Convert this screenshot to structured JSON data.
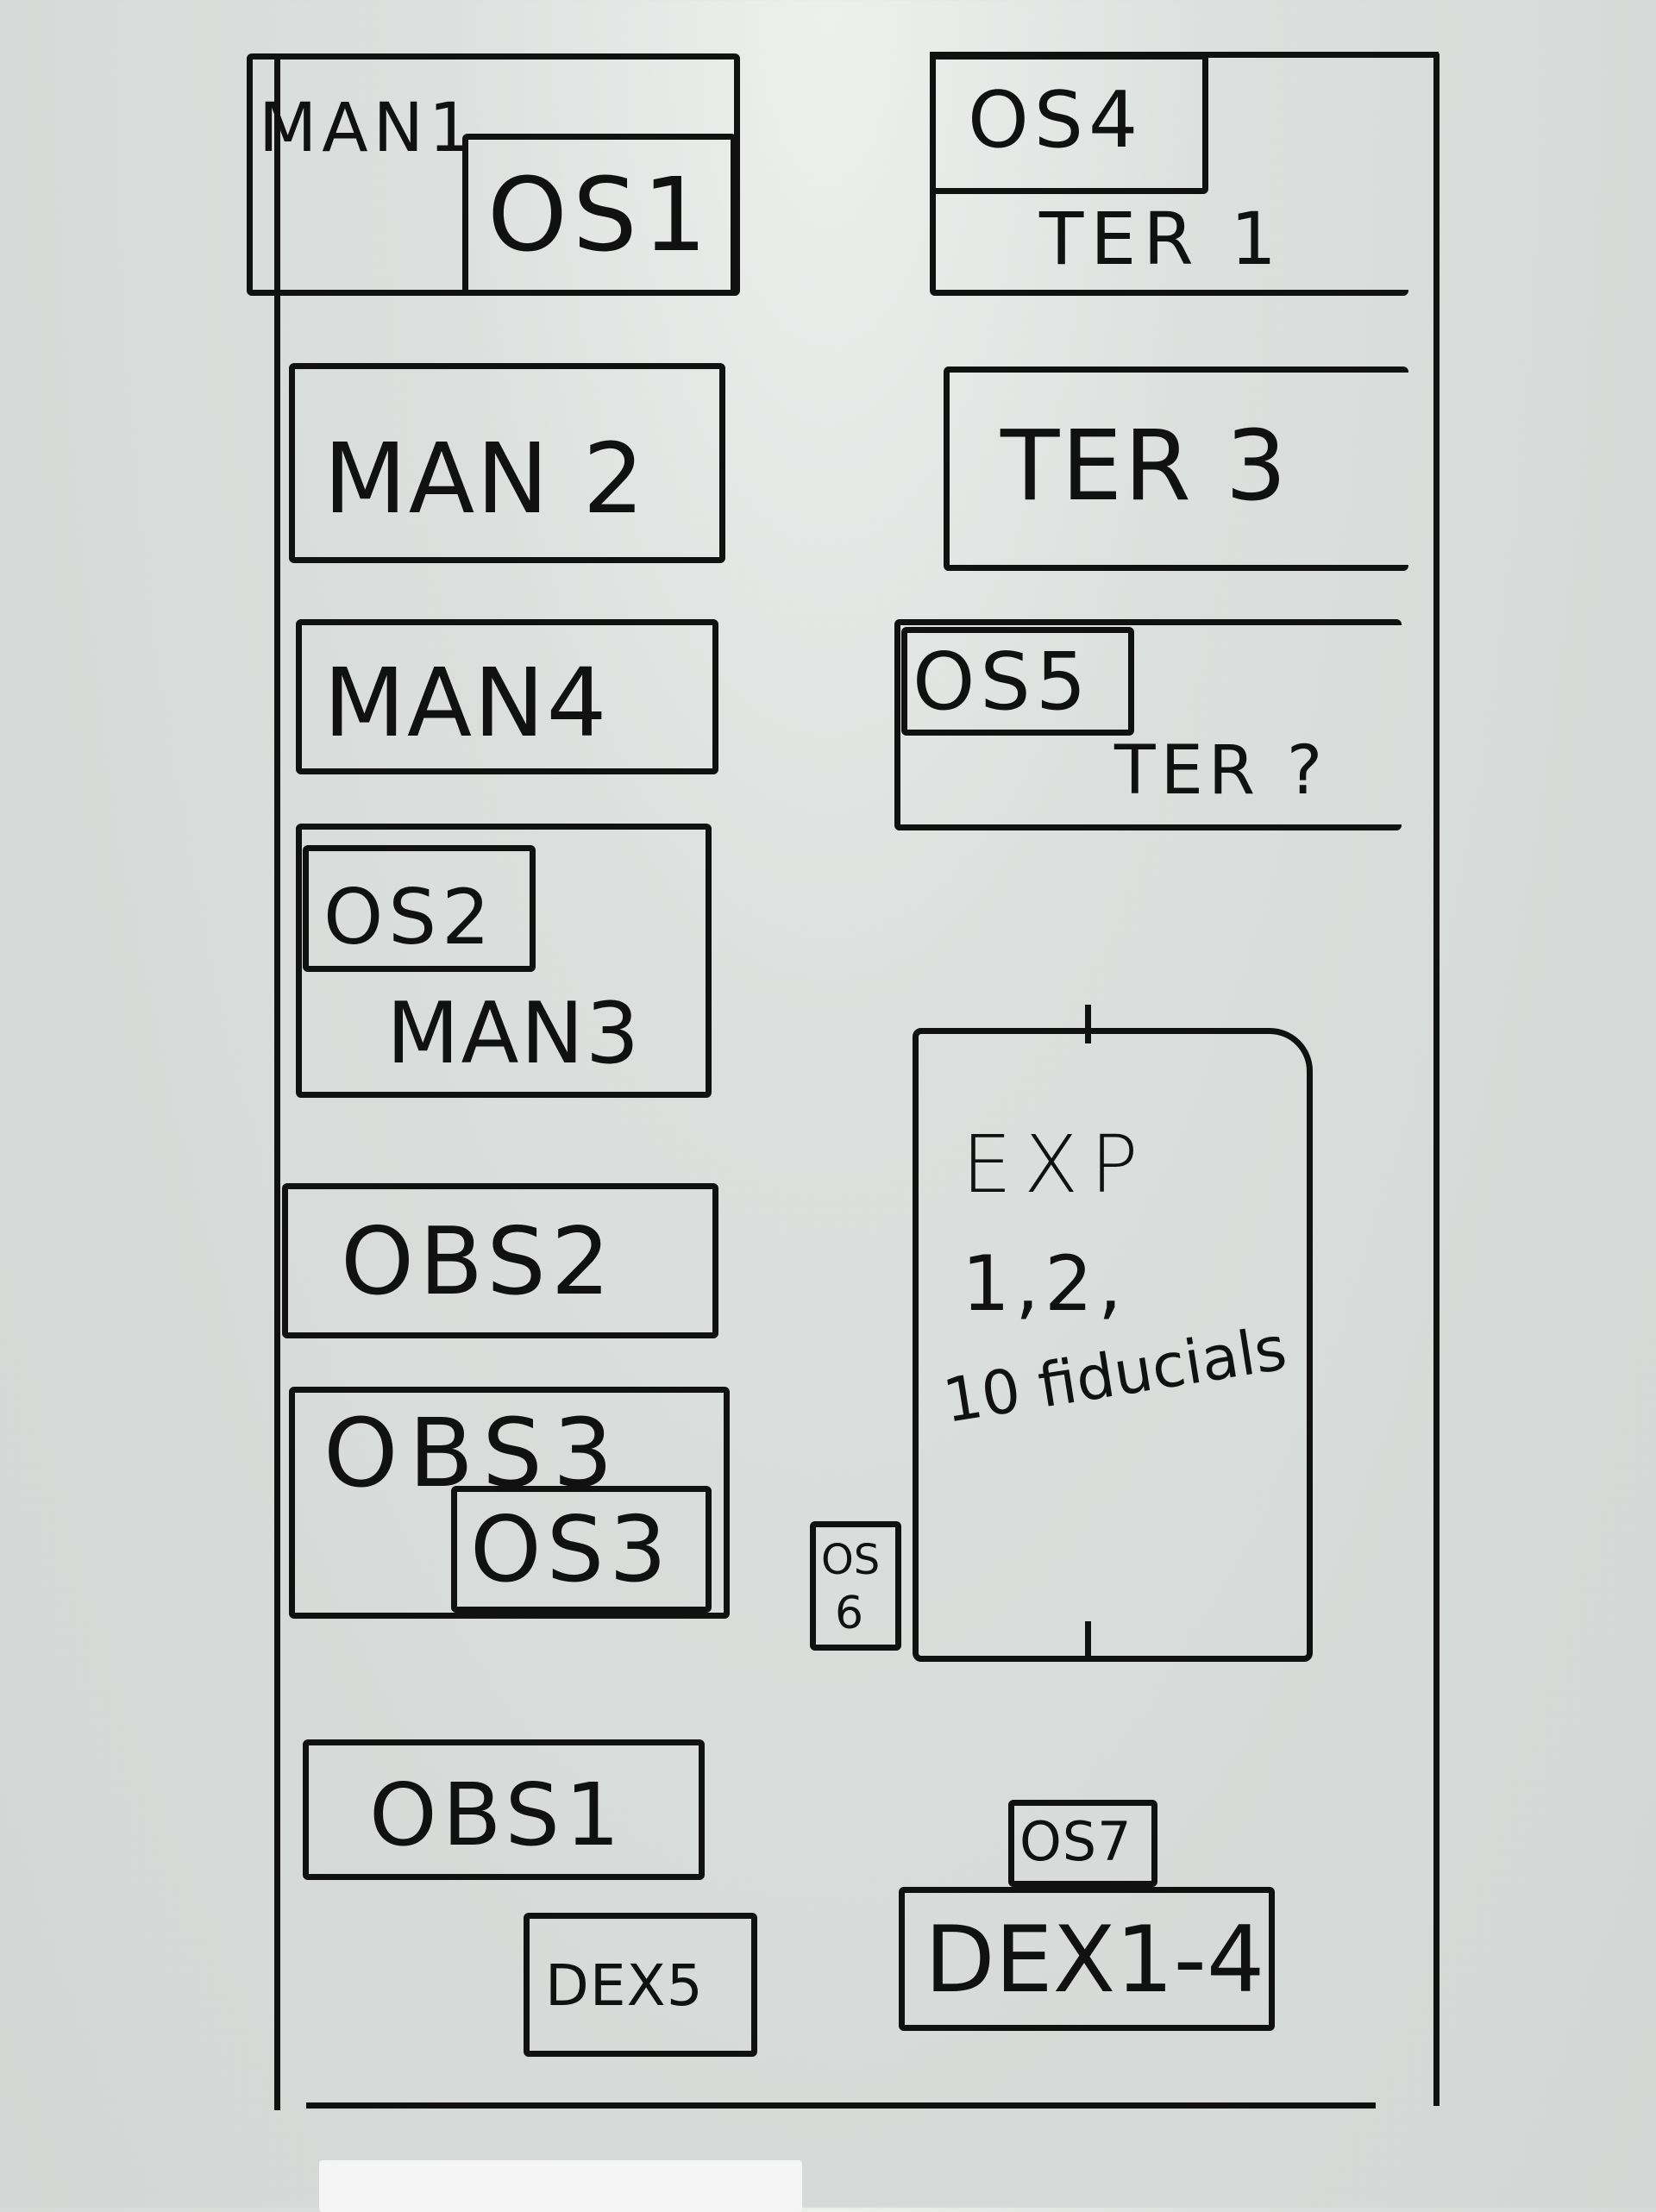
{
  "board": {
    "left_column": {
      "man1": {
        "label": "MAN1",
        "os": "OS1"
      },
      "man2": {
        "label": "MAN 2"
      },
      "man4": {
        "label": "MAN4"
      },
      "man3": {
        "label": "MAN3",
        "os": "OS2"
      },
      "obs2": {
        "label": "OBS2"
      },
      "obs3": {
        "label": "OBS3",
        "os": "OS3"
      },
      "obs1": {
        "label": "OBS1"
      },
      "dex5": {
        "label": "DEX5"
      }
    },
    "right_column": {
      "ter1": {
        "label": "TER 1",
        "os": "OS4"
      },
      "ter3": {
        "label": "TER 3"
      },
      "ter_unknown": {
        "label": "TER ?",
        "os": "OS5"
      },
      "exp": {
        "title": "EXP",
        "line2": "1,2,",
        "line3": "10 fiducials",
        "os_line1": "OS",
        "os_line2": "6"
      },
      "dex": {
        "label": "DEX1-4",
        "os": "OS7"
      }
    }
  }
}
